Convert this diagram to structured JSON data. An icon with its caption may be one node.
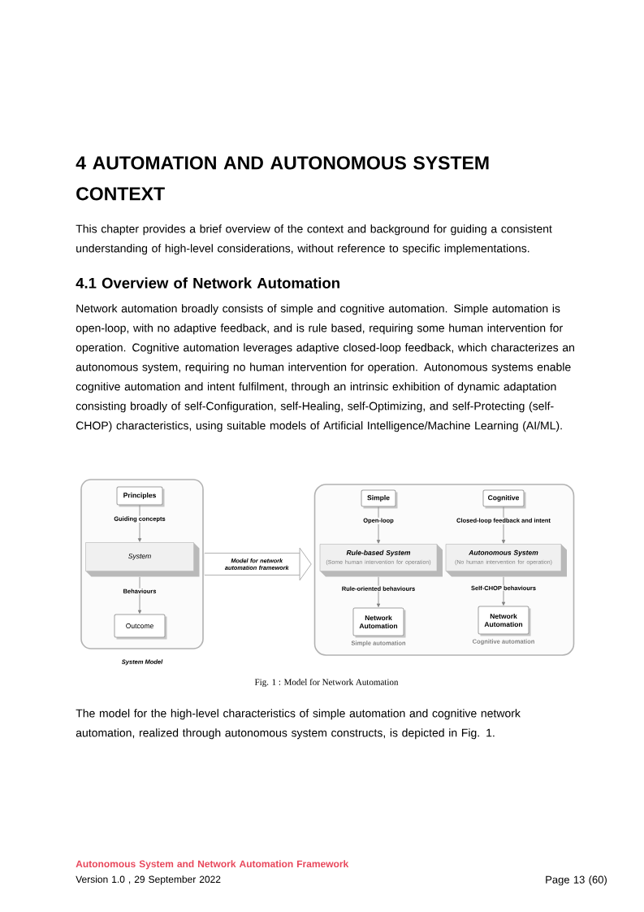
{
  "diagram": {
    "title": "4 AUTOMATION AND AUTONOMOUS SYSTEM CONTEXT",
    "caption": "Fig. 1 : Model for Network Automation",
    "nodes": [
      {
        "text": [
          "System Model"
        ]
      },
      {
        "text": [
          "Principles"
        ],
        "in": 0
      },
      {
        "text": [
          "System"
        ],
        "in": 0
      },
      {
        "text": [
          "Outcome"
        ],
        "in": 0
      },
      {
        "text": [],
        "shape": "box"
      },
      {
        "text": [
          "Simple"
        ],
        "in": 4
      },
      {
        "text": [
          "Rule-based System",
          "(Some human intervention for operation)"
        ],
        "in": 4
      },
      {
        "text": [
          "Network Automation"
        ],
        "in": 4,
        "beside": [
          "Simple automation"
        ]
      },
      {
        "text": [
          "Cognitive"
        ],
        "in": 4
      },
      {
        "text": [
          "Autonomous System",
          "(No human intervention for operation)"
        ],
        "in": 4
      },
      {
        "text": [
          "Network Automation"
        ],
        "in": 4,
        "beside": [
          "Cognitive automation"
        ]
      }
    ],
    "edges": [
      {
        "from": 1,
        "to": 2,
        "arrow": "to",
        "label": "Guiding concepts"
      },
      {
        "from": 2,
        "to": 3,
        "arrow": "to",
        "label": "Behaviours"
      },
      {
        "from": 0,
        "to": 4,
        "arrow": "to",
        "label": "Model for network automation framework",
        "style": "thick"
      },
      {
        "from": 5,
        "to": 6,
        "arrow": "to",
        "label": "Open-loop"
      },
      {
        "from": 6,
        "to": 7,
        "arrow": "to",
        "label": "Rule-oriented behaviours"
      },
      {
        "from": 8,
        "to": 9,
        "arrow": "to",
        "label": "Closed-loop feedback and intent"
      },
      {
        "from": 9,
        "to": 10,
        "arrow": "to",
        "label": "Self-CHOP behaviours"
      }
    ],
    "labels": [
      "This chapter provides a brief overview of the context and background for guiding a consistent understanding of high-level considerations, without reference to specific implementations.",
      "4.1 Overview of Network Automation",
      "Network automation broadly consists of simple and cognitive automation. Simple automation is open-loop, with no adaptive feedback, and is rule based, requiring some human intervention for operation. Cognitive automation leverages adaptive closed-loop feedback, which characterizes an autonomous system, requiring no human intervention for operation. Autonomous systems enable cognitive automation and intent fulfilment, through an intrinsic exhibition of dynamic adaptation consisting broadly of self-Configuration, self-Healing, self-Optimizing, and self-Protecting (self-CHOP) characteristics, using suitable models of Artificial Intelligence/Machine Learning (AI/ML).",
      "The model for the high-level characteristics of simple automation and cognitive network automation, realized through autonomous system constructs, is depicted in Fig. 1.",
      "Autonomous System and Network Automation Framework",
      "Version 1.0 , 29 September 2022",
      "Page 13 (60)"
    ]
  }
}
